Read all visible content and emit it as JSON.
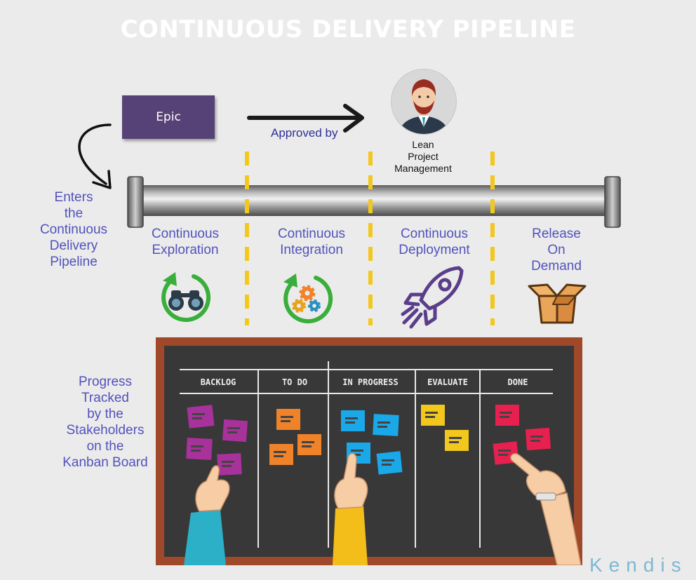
{
  "title": "CONTINUOUS DELIVERY PIPELINE",
  "epic": {
    "label": "Epic"
  },
  "approval": {
    "label": "Approved by",
    "role_lines": [
      "Lean",
      "Project",
      "Management"
    ]
  },
  "entry": {
    "lines": [
      "Enters",
      "the",
      "Continuous",
      "Delivery",
      "Pipeline"
    ]
  },
  "stages": [
    {
      "lines": [
        "Continuous",
        "Exploration"
      ],
      "icon": "binoculars-cycle-icon"
    },
    {
      "lines": [
        "Continuous",
        "Integration"
      ],
      "icon": "gears-cycle-icon"
    },
    {
      "lines": [
        "Continuous",
        "Deployment"
      ],
      "icon": "rocket-icon"
    },
    {
      "lines": [
        "Release",
        "On",
        "Demand"
      ],
      "icon": "open-box-icon"
    }
  ],
  "kanban": {
    "caption_lines": [
      "Progress",
      "Tracked",
      "by the",
      "Stakeholders",
      "on the",
      "Kanban Board"
    ],
    "columns": [
      "BACKLOG",
      "TO DO",
      "IN PROGRESS",
      "EVALUATE",
      "DONE"
    ],
    "colors": {
      "backlog": "#a8329b",
      "todo": "#f0832a",
      "inprogress": "#1aa8e8",
      "evaluate": "#f2c81e",
      "done": "#e8204f"
    }
  },
  "brand": "Kendis",
  "colors": {
    "epic": "#574277",
    "stage_text": "#5252bd",
    "divider": "#f2c81e",
    "icon_green": "#3aae3a",
    "rocket": "#5a3e8a"
  }
}
